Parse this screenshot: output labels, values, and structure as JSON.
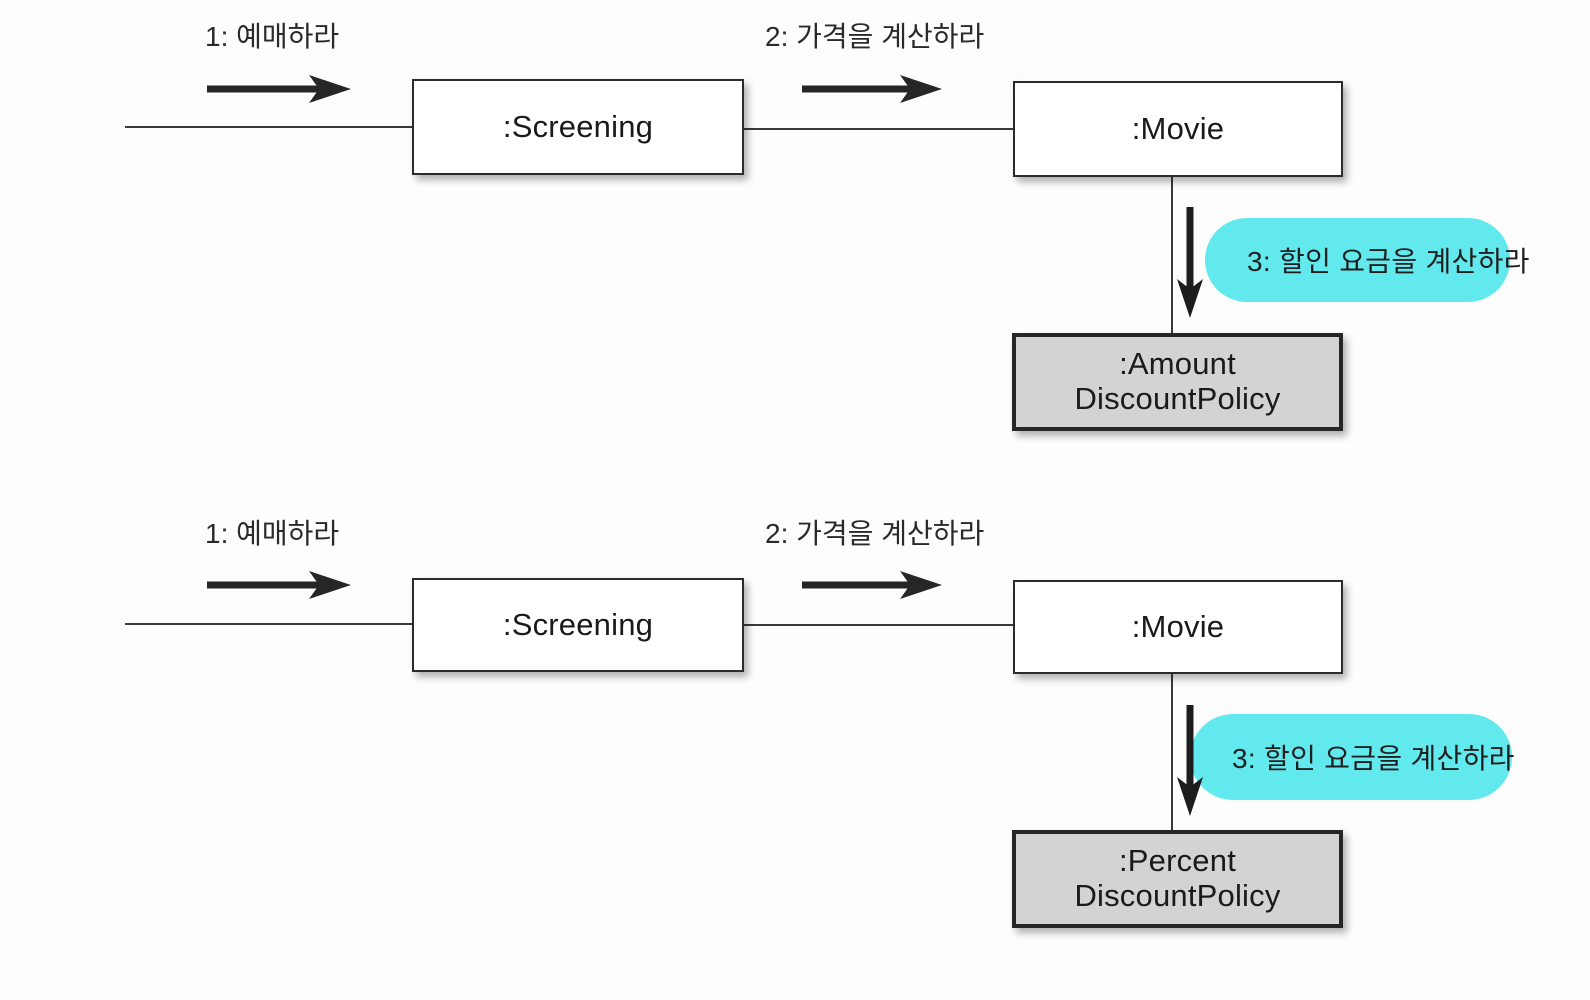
{
  "diagram": {
    "type": "uml-collaboration-diagram",
    "title_text": "",
    "colors": {
      "stroke": "#2b2b2b",
      "box_fill": "#ffffff",
      "shaded_box_fill": "#d3d3d3",
      "callout_highlight": "#62e9ee",
      "background": "#fdfdfd"
    },
    "panels": [
      {
        "id": "upper",
        "messages": [
          {
            "id": "m1",
            "label": "1: 예매하라"
          },
          {
            "id": "m2",
            "label": "2: 가격을 계산하라"
          },
          {
            "id": "m3",
            "label": "3: 할인 요금을 계산하라",
            "highlight": true
          }
        ],
        "objects": [
          {
            "id": "screening",
            "label": ":Screening",
            "shaded": false
          },
          {
            "id": "movie",
            "label": ":Movie",
            "shaded": false
          },
          {
            "id": "policy",
            "label": ":Amount\nDiscountPolicy",
            "shaded": true
          }
        ]
      },
      {
        "id": "lower",
        "messages": [
          {
            "id": "m1",
            "label": "1: 예매하라"
          },
          {
            "id": "m2",
            "label": "2: 가격을 계산하라"
          },
          {
            "id": "m3",
            "label": "3: 할인 요금을 계산하라",
            "highlight": true
          }
        ],
        "objects": [
          {
            "id": "screening",
            "label": ":Screening",
            "shaded": false
          },
          {
            "id": "movie",
            "label": ":Movie",
            "shaded": false
          },
          {
            "id": "policy",
            "label": ":Percent\nDiscountPolicy",
            "shaded": true
          }
        ]
      }
    ]
  }
}
